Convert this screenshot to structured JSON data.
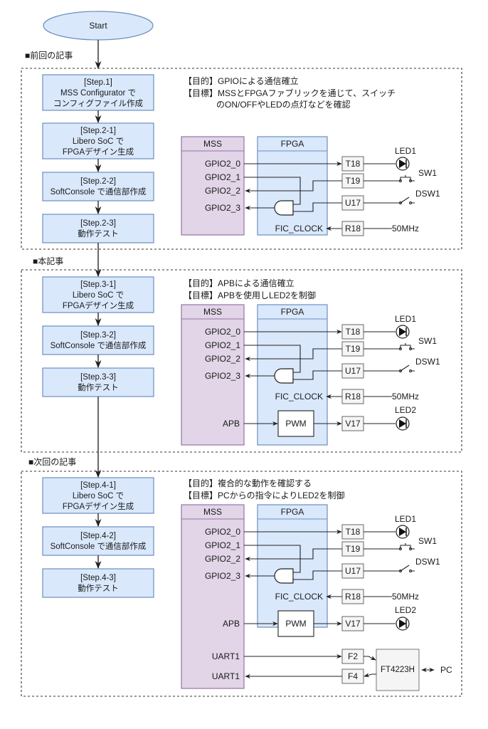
{
  "start": {
    "label": "Start"
  },
  "sections": [
    {
      "heading": "■前回の記事",
      "steps": [
        {
          "line1": "[Step.1]",
          "line2": "MSS Configurator で",
          "line3": "コンフィグファイル作成"
        },
        {
          "line1": "[Step.2-1]",
          "line2": "Libero SoC で",
          "line3": "FPGAデザイン生成"
        },
        {
          "line1": "[Step.2-2]",
          "line2": "SoftConsole で通信部作成"
        },
        {
          "line1": "[Step.2-3]",
          "line2": "動作テスト"
        }
      ],
      "purpose": "【目的】GPIOによる通信確立",
      "goal": "【目標】MSSとFPGAファブリックを通じて、スイッチ",
      "goal_cont": "のON/OFFやLEDの点灯などを確認"
    },
    {
      "heading": "■本記事",
      "steps": [
        {
          "line1": "[Step.3-1]",
          "line2": "Libero SoC で",
          "line3": "FPGAデザイン生成"
        },
        {
          "line1": "[Step.3-2]",
          "line2": "SoftConsole で通信部作成"
        },
        {
          "line1": "[Step.3-3]",
          "line2": "動作テスト"
        }
      ],
      "purpose": "【目的】APBによる通信確立",
      "goal": "【目標】APBを使用しLED2を制御"
    },
    {
      "heading": "■次回の記事",
      "steps": [
        {
          "line1": "[Step.4-1]",
          "line2": "Libero SoC で",
          "line3": "FPGAデザイン生成"
        },
        {
          "line1": "[Step.4-2]",
          "line2": "SoftConsole で通信部作成"
        },
        {
          "line1": "[Step.4-3]",
          "line2": "動作テスト"
        }
      ],
      "purpose": "【目的】複合的な動作を確認する",
      "goal": "【目標】PCからの指令によりLED2を制御"
    }
  ],
  "block": {
    "mss": "MSS",
    "fpga": "FPGA",
    "gpio0": "GPIO2_0",
    "gpio1": "GPIO2_1",
    "gpio2": "GPIO2_2",
    "gpio3": "GPIO2_3",
    "fic_clock": "FIC_CLOCK",
    "apb": "APB",
    "pwm": "PWM",
    "uart_tx": "UART1",
    "uart_rx": "UART1",
    "pins": {
      "t18": "T18",
      "t19": "T19",
      "u17": "U17",
      "r18": "R18",
      "v17": "V17",
      "f2": "F2",
      "f4": "F4"
    },
    "led1": "LED1",
    "led2": "LED2",
    "sw1": "SW1",
    "dsw1": "DSW1",
    "clock": "50MHz",
    "ft": "FT4223H",
    "pc": "PC"
  },
  "colors": {
    "step_fill": "#dae8fc",
    "step_stroke": "#6c8ebf",
    "mss_fill": "#e1d5e7",
    "mss_stroke": "#9673a6",
    "pin_fill": "#f5f5f5"
  }
}
